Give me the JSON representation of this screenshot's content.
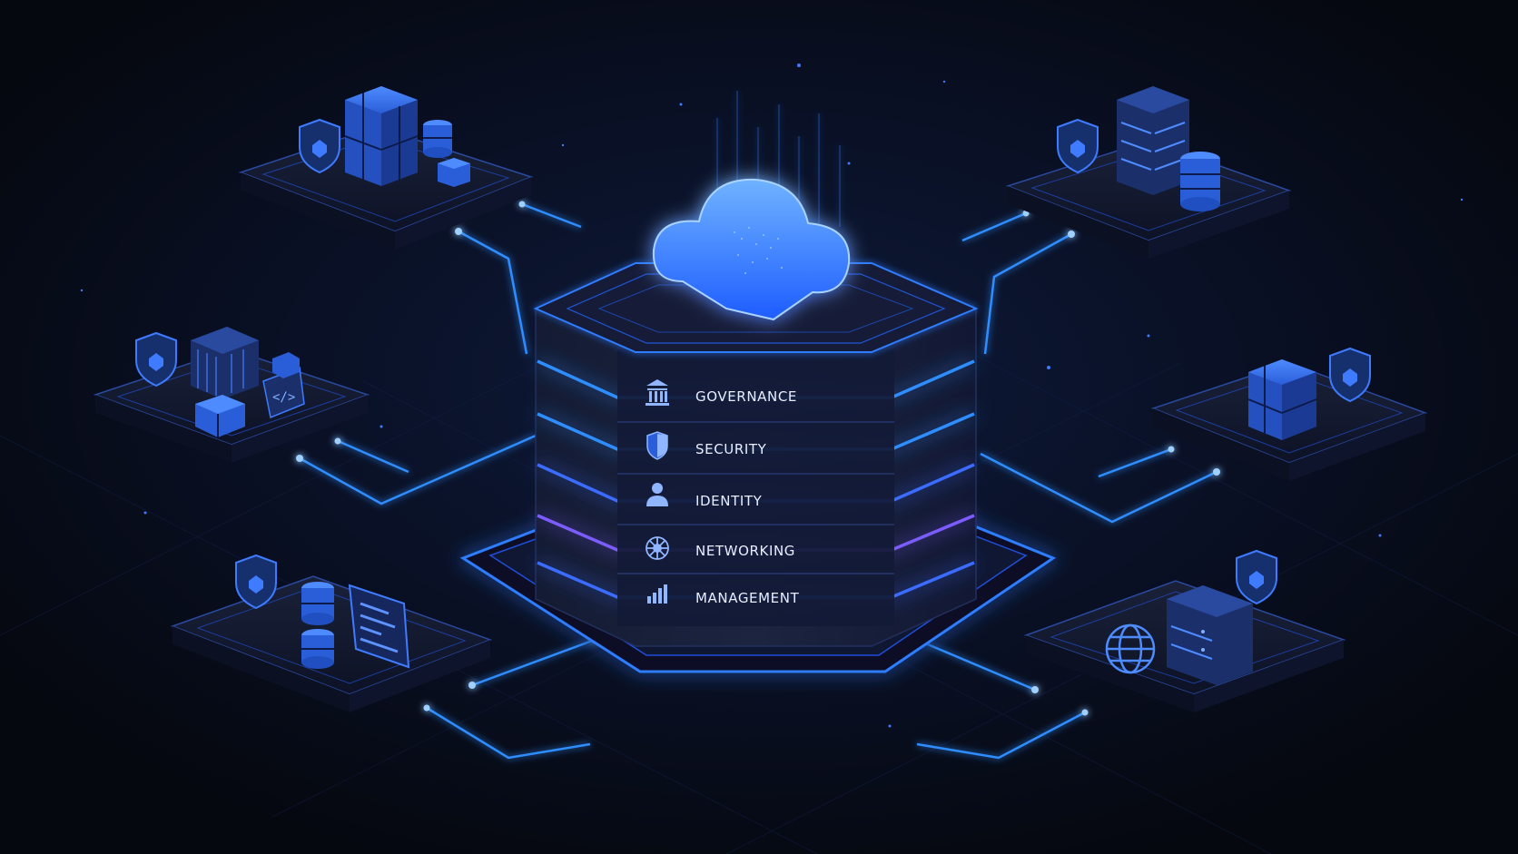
{
  "diagram": {
    "layers": [
      {
        "label": "GOVERNANCE",
        "icon": "governance-building-icon"
      },
      {
        "label": "SECURITY",
        "icon": "shield-icon"
      },
      {
        "label": "IDENTITY",
        "icon": "user-icon"
      },
      {
        "label": "NETWORKING",
        "icon": "network-hub-icon"
      },
      {
        "label": "MANAGEMENT",
        "icon": "bar-chart-icon"
      }
    ],
    "center_icon": "cloud-icon",
    "satellites": [
      {
        "position": "top-left",
        "icons": [
          "shield-icon",
          "cube-stack-icon",
          "database-icon"
        ]
      },
      {
        "position": "middle-left",
        "icons": [
          "shield-icon",
          "container-icon",
          "code-icon"
        ]
      },
      {
        "position": "bottom-left",
        "icons": [
          "shield-icon",
          "database-icon",
          "dashboard-icon"
        ]
      },
      {
        "position": "top-right",
        "icons": [
          "shield-icon",
          "server-rack-icon",
          "database-icon"
        ]
      },
      {
        "position": "middle-right",
        "icons": [
          "shield-icon",
          "cube-stack-icon"
        ]
      },
      {
        "position": "bottom-right",
        "icons": [
          "shield-icon",
          "globe-icon",
          "server-icon"
        ]
      }
    ],
    "colors": {
      "background": "#070b18",
      "glow": "#2f7dff",
      "accent_purple": "#7b5cff",
      "text": "#e8eeff"
    }
  }
}
